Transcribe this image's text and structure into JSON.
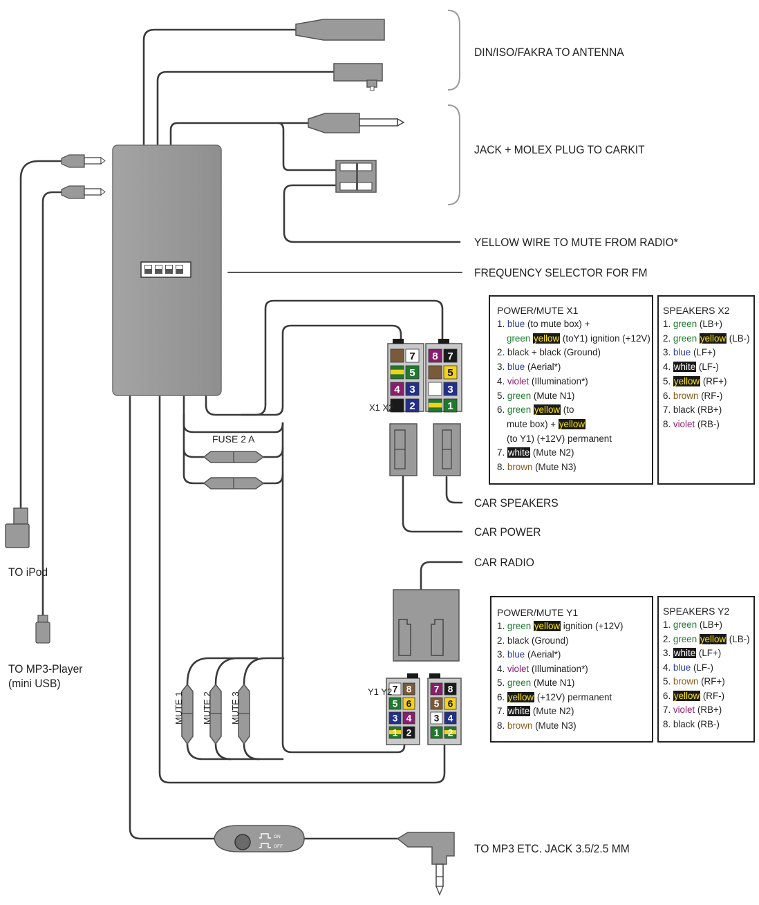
{
  "labels": {
    "antenna": "DIN/ISO/FAKRA TO ANTENNA",
    "carkit": "JACK + MOLEX PLUG TO CARKIT",
    "mute_wire": "YELLOW WIRE TO MUTE FROM RADIO*",
    "freq": "FREQUENCY SELECTOR FOR FM",
    "car_speakers": "CAR SPEAKERS",
    "car_power": "CAR POWER",
    "car_radio": "CAR RADIO",
    "mp3_jack": "TO MP3 ETC. JACK 3.5/2.5 MM",
    "ipod": "TO iPod",
    "mp3_player": "TO MP3-Player",
    "mini_usb": "(mini USB)",
    "fuse": "FUSE 2 A",
    "mute1": "MUTE 1",
    "mute2": "MUTE 2",
    "mute3": "MUTE 3",
    "x1x2": "X1 X2",
    "y1y2": "Y1 Y2",
    "switch_on": "ON",
    "switch_off": "OFF"
  },
  "power_mute_x1": {
    "title": "POWER/MUTE X1",
    "lines": [
      [
        {
          "t": "1. "
        },
        {
          "t": "blue",
          "c": "blue"
        },
        {
          "t": " (to mute box) +"
        }
      ],
      [
        {
          "t": "green ",
          "c": "green"
        },
        {
          "t": "yellow",
          "h": "y"
        },
        {
          "t": " (toY1) ignition (+12V)"
        }
      ],
      [
        {
          "t": "2. black + black (Ground)"
        }
      ],
      [
        {
          "t": "3. "
        },
        {
          "t": "blue",
          "c": "blue"
        },
        {
          "t": " (Aerial*)"
        }
      ],
      [
        {
          "t": "4. "
        },
        {
          "t": "violet",
          "c": "violet"
        },
        {
          "t": " (Illumination*)"
        }
      ],
      [
        {
          "t": "5. "
        },
        {
          "t": "green",
          "c": "green"
        },
        {
          "t": " (Mute N1)"
        }
      ],
      [
        {
          "t": "6. "
        },
        {
          "t": "green ",
          "c": "green"
        },
        {
          "t": "yellow",
          "h": "y"
        },
        {
          "t": " (to"
        }
      ],
      [
        {
          "t": "mute box) + "
        },
        {
          "t": "yellow",
          "h": "y"
        }
      ],
      [
        {
          "t": "(to Y1)  (+12V) permanent"
        }
      ],
      [
        {
          "t": "7. "
        },
        {
          "t": "white",
          "h": "w"
        },
        {
          "t": " (Mute N2)"
        }
      ],
      [
        {
          "t": "8. "
        },
        {
          "t": "brown",
          "c": "brown"
        },
        {
          "t": " (Mute N3)"
        }
      ]
    ]
  },
  "speakers_x2": {
    "title": "SPEAKERS X2",
    "lines": [
      [
        {
          "t": "1. "
        },
        {
          "t": "green",
          "c": "green"
        },
        {
          "t": " (LB+)"
        }
      ],
      [
        {
          "t": "2. "
        },
        {
          "t": "green ",
          "c": "green"
        },
        {
          "t": "yellow",
          "h": "y"
        },
        {
          "t": " (LB-)"
        }
      ],
      [
        {
          "t": "3. "
        },
        {
          "t": "blue",
          "c": "blue"
        },
        {
          "t": " (LF+)"
        }
      ],
      [
        {
          "t": "4. "
        },
        {
          "t": "white",
          "h": "w"
        },
        {
          "t": " (LF-)"
        }
      ],
      [
        {
          "t": "5. "
        },
        {
          "t": "yellow",
          "h": "y"
        },
        {
          "t": " (RF+)"
        }
      ],
      [
        {
          "t": "6. "
        },
        {
          "t": "brown",
          "c": "brown"
        },
        {
          "t": " (RF-)"
        }
      ],
      [
        {
          "t": "7. black (RB+)"
        }
      ],
      [
        {
          "t": "8. "
        },
        {
          "t": "violet",
          "c": "violet"
        },
        {
          "t": "  (RB-)"
        }
      ]
    ]
  },
  "power_mute_y1": {
    "title": "POWER/MUTE Y1",
    "lines": [
      [
        {
          "t": "1. "
        },
        {
          "t": "green ",
          "c": "green"
        },
        {
          "t": "yellow",
          "h": "y"
        },
        {
          "t": "  ignition (+12V)"
        }
      ],
      [
        {
          "t": "2. black (Ground)"
        }
      ],
      [
        {
          "t": "3. "
        },
        {
          "t": "blue",
          "c": "blue"
        },
        {
          "t": " (Aerial*)"
        }
      ],
      [
        {
          "t": "4. "
        },
        {
          "t": "violet",
          "c": "violet"
        },
        {
          "t": " (Illumination*)"
        }
      ],
      [
        {
          "t": "5. "
        },
        {
          "t": "green",
          "c": "green"
        },
        {
          "t": " (Mute N1)"
        }
      ],
      [
        {
          "t": "6. "
        },
        {
          "t": "yellow",
          "h": "y"
        },
        {
          "t": " (+12V) permanent"
        }
      ],
      [
        {
          "t": "7. "
        },
        {
          "t": "white",
          "h": "w"
        },
        {
          "t": " (Mute N2)"
        }
      ],
      [
        {
          "t": "8. "
        },
        {
          "t": "brown",
          "c": "brown"
        },
        {
          "t": " (Mute N3)"
        }
      ]
    ]
  },
  "speakers_y2": {
    "title": "SPEAKERS Y2",
    "lines": [
      [
        {
          "t": "1. "
        },
        {
          "t": "green",
          "c": "green"
        },
        {
          "t": " (LB+)"
        }
      ],
      [
        {
          "t": "2. "
        },
        {
          "t": "green ",
          "c": "green"
        },
        {
          "t": "yellow",
          "h": "y"
        },
        {
          "t": " (LB-)"
        }
      ],
      [
        {
          "t": "3. "
        },
        {
          "t": "white",
          "h": "w"
        },
        {
          "t": " (LF+)"
        }
      ],
      [
        {
          "t": "4. "
        },
        {
          "t": "blue",
          "c": "blue"
        },
        {
          "t": " (LF-)"
        }
      ],
      [
        {
          "t": "5. "
        },
        {
          "t": "brown",
          "c": "brown"
        },
        {
          "t": " (RF+)"
        }
      ],
      [
        {
          "t": "6. "
        },
        {
          "t": "yellow",
          "h": "y"
        },
        {
          "t": " (RF-)"
        }
      ],
      [
        {
          "t": "7. "
        },
        {
          "t": "violet",
          "c": "violet"
        },
        {
          "t": " (RB+)"
        }
      ],
      [
        {
          "t": "8. black  (RB-)"
        }
      ]
    ]
  },
  "pins": {
    "x1": [
      {
        "n": "",
        "c": "brown"
      },
      {
        "n": "7",
        "c": "white"
      },
      {
        "n": "",
        "c": "greenyellow"
      },
      {
        "n": "5",
        "c": "green"
      },
      {
        "n": "4",
        "c": "violet"
      },
      {
        "n": "3",
        "c": "blue"
      },
      {
        "n": "",
        "c": "black"
      },
      {
        "n": "2",
        "c": "blue"
      }
    ],
    "x2": [
      {
        "n": "8",
        "c": "violet"
      },
      {
        "n": "7",
        "c": "black"
      },
      {
        "n": "",
        "c": "brown"
      },
      {
        "n": "5",
        "c": "yellow"
      },
      {
        "n": "",
        "c": "white"
      },
      {
        "n": "3",
        "c": "blue"
      },
      {
        "n": "",
        "c": "greenyellow"
      },
      {
        "n": "1",
        "c": "green"
      }
    ],
    "y1": [
      {
        "n": "7",
        "c": "white"
      },
      {
        "n": "8",
        "c": "brown"
      },
      {
        "n": "5",
        "c": "green"
      },
      {
        "n": "6",
        "c": "yellow"
      },
      {
        "n": "3",
        "c": "blue"
      },
      {
        "n": "4",
        "c": "violet"
      },
      {
        "n": "1",
        "c": "greenyellow"
      },
      {
        "n": "2",
        "c": "black"
      }
    ],
    "y2": [
      {
        "n": "7",
        "c": "violet"
      },
      {
        "n": "8",
        "c": "black"
      },
      {
        "n": "5",
        "c": "brown"
      },
      {
        "n": "6",
        "c": "yellow"
      },
      {
        "n": "3",
        "c": "white"
      },
      {
        "n": "4",
        "c": "blue"
      },
      {
        "n": "1",
        "c": "green"
      },
      {
        "n": "2",
        "c": "greenyellow"
      }
    ]
  },
  "colors": {
    "wire": "#3a3a3a",
    "device": "#9a9a9a",
    "bracket": "#9a9a9a",
    "green": "#1f7a2e",
    "yellow": "#f3d21b",
    "blue": "#23308a",
    "violet": "#8a1e6e",
    "brown": "#7a5a3a",
    "white": "#ffffff",
    "black": "#1a1a1a"
  }
}
